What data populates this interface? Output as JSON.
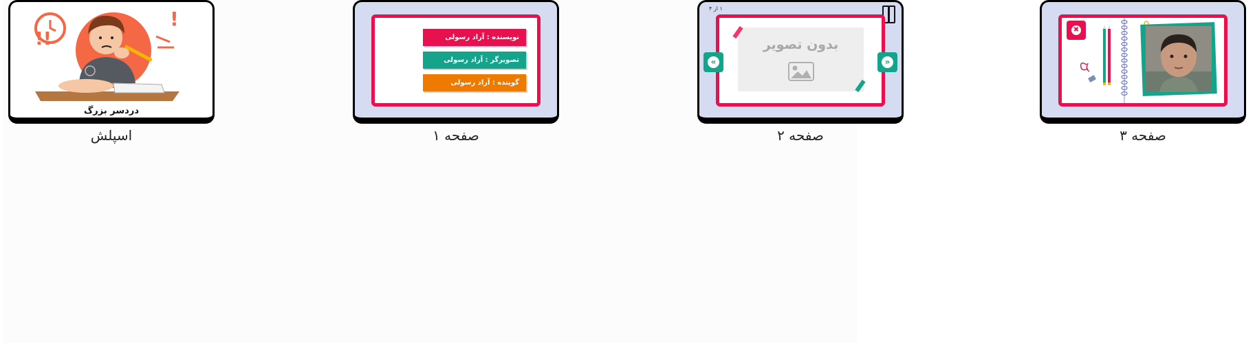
{
  "slides": [
    {
      "id": "splash",
      "caption": "اسپلش",
      "thumb": {
        "title": "دردسر بزرگ"
      }
    },
    {
      "id": "page1",
      "caption": "صفحه ۱",
      "thumb": {
        "credits": [
          {
            "text": "نویسنده : آراد رسولی",
            "color": "#e8114f"
          },
          {
            "text": "تصویرگر : آراد رسولی",
            "color": "#14a38b"
          },
          {
            "text": "گوینده : آراد رسولی",
            "color": "#ee7a00"
          }
        ]
      }
    },
    {
      "id": "page2",
      "caption": "صفحه ۲",
      "thumb": {
        "counter": "۱ از ۴",
        "no_image_text": "بدون تصویر"
      }
    },
    {
      "id": "page3",
      "caption": "صفحه ۳",
      "thumb": {}
    }
  ],
  "colors": {
    "accent": "#e8114f",
    "teal": "#14a38b",
    "orange": "#ee7a00",
    "lavender": "#d5dcf2"
  },
  "icons": [
    "pause-icon",
    "prev-arrow-icon",
    "next-arrow-icon",
    "image-placeholder-icon",
    "close-icon"
  ]
}
